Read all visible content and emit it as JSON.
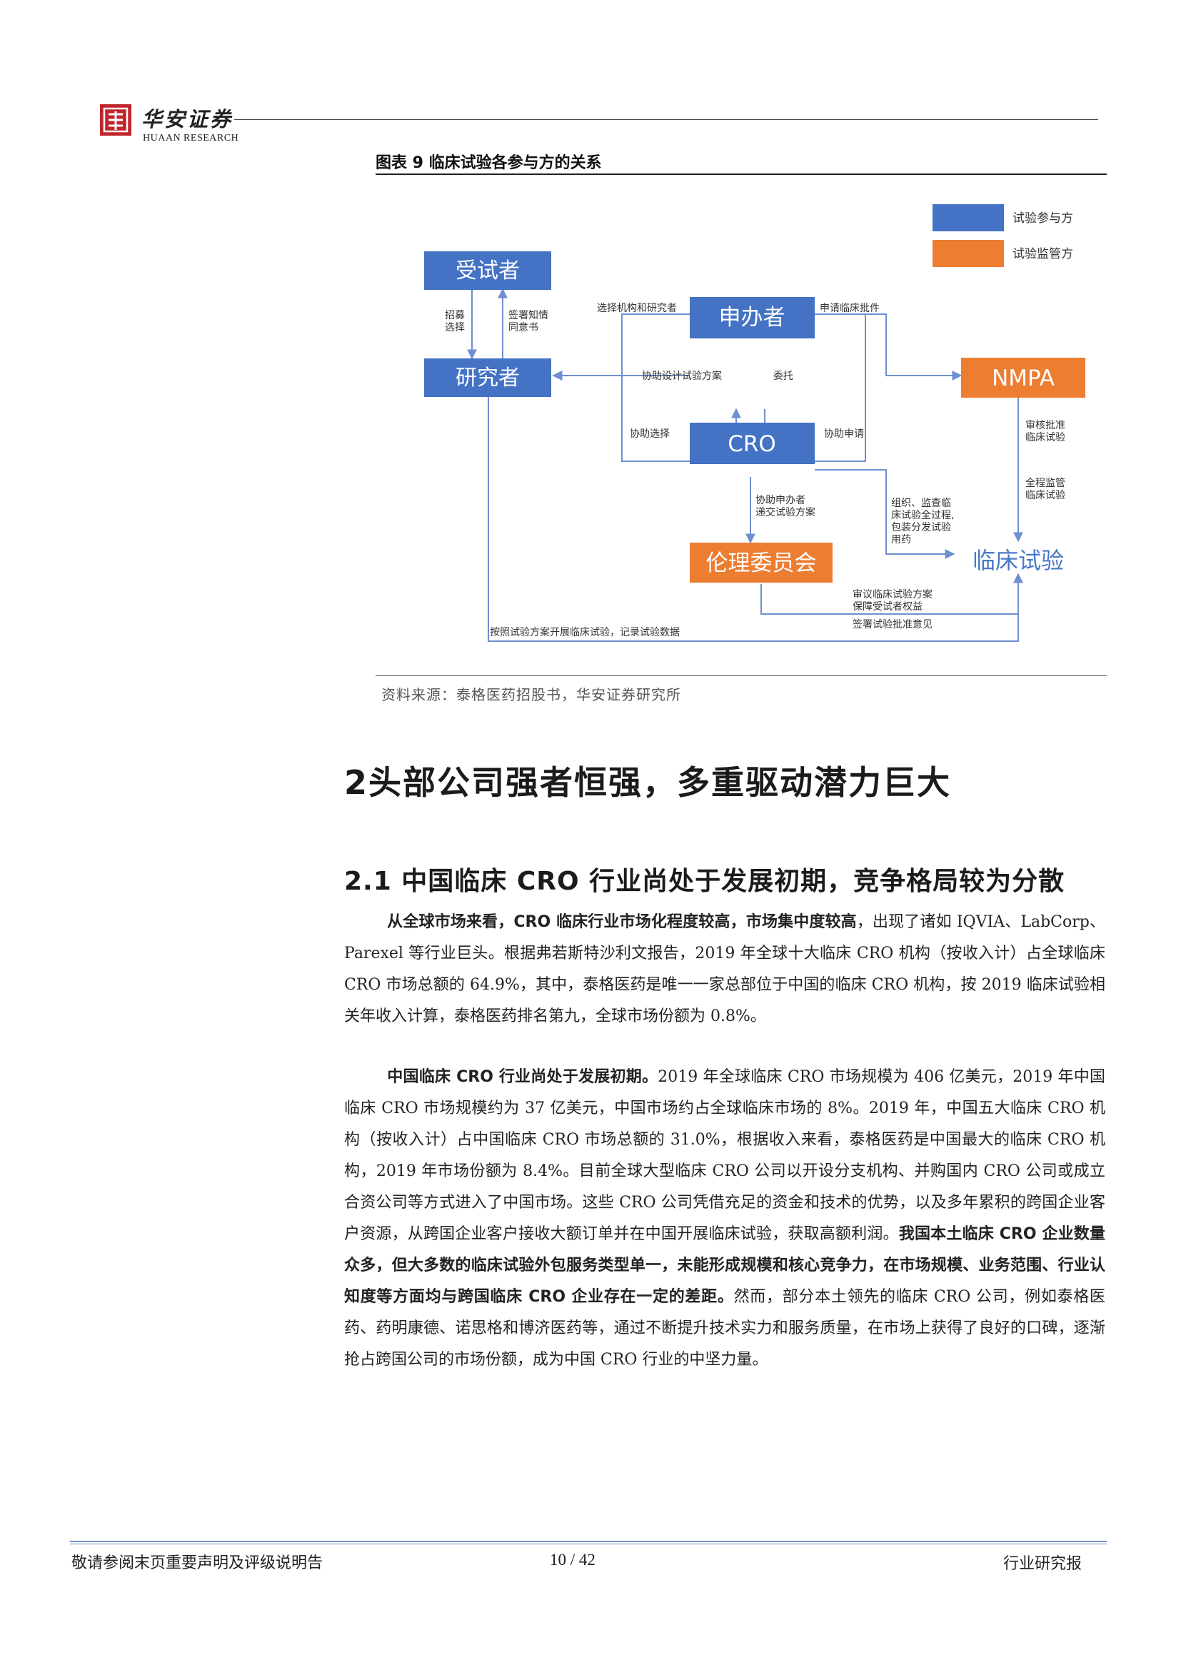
{
  "header": {
    "brand_cn": "华安证券",
    "brand_en": "HUAAN RESEARCH"
  },
  "figure": {
    "title": "图表 9  临床试验各参与方的关系",
    "source": "资料来源：泰格医药招股书，华安证券研究所",
    "legend": [
      {
        "label": "试验参与方",
        "color": "#4472c4"
      },
      {
        "label": "试验监管方",
        "color": "#ed7d31"
      }
    ],
    "nodes": {
      "subject": "受试者",
      "investigator": "研究者",
      "sponsor": "申办者",
      "cro": "CRO",
      "nmpa": "NMPA",
      "ethics": "伦理委员会",
      "trial": "临床试验"
    },
    "edge_labels": {
      "recruit": [
        "招募",
        "选择"
      ],
      "consent": [
        "签署知情",
        "同意书"
      ],
      "select_inst": "选择机构和研究者",
      "apply_approval": "申请临床批件",
      "assist_design": "协助设计试验方案",
      "entrust": "委托",
      "assist_select": "协助选择",
      "assist_apply": "协助申请",
      "review_approve": [
        "审核批准",
        "临床试验"
      ],
      "full_supervise": [
        "全程监管",
        "临床试验"
      ],
      "assist_submit": [
        "协助申办者",
        "递交试验方案"
      ],
      "organize": [
        "组织、监查临",
        "床试验全过程,",
        "包装分发试验",
        "用药"
      ],
      "review_protocol": [
        "审议临床试验方案",
        "保障受试者权益"
      ],
      "sign_opinion": "签署试验批准意见",
      "conduct": "按照试验方案开展临床试验，记录试验数据"
    },
    "colors": {
      "blue": "#4472c4",
      "orange": "#ed7d31",
      "line": "#6f8fd0"
    }
  },
  "section": {
    "h1": "2头部公司强者恒强，多重驱动潜力巨大",
    "h2": "2.1 中国临床 CRO 行业尚处于发展初期，竞争格局较为分散"
  },
  "paragraph1": {
    "bold": "从全球市场来看，CRO 临床行业市场化程度较高，市场集中度较高",
    "text": "，出现了诸如 IQVIA、LabCorp、Parexel 等行业巨头。根据弗若斯特沙利文报告，2019 年全球十大临床 CRO 机构（按收入计）占全球临床 CRO 市场总额的 64.9%，其中，泰格医药是唯一一家总部位于中国的临床 CRO 机构，按 2019 临床试验相关年收入计算，泰格医药排名第九，全球市场份额为 0.8%。"
  },
  "paragraph2": {
    "bold1": "中国临床 CRO 行业尚处于发展初期。",
    "text1": "2019 年全球临床 CRO 市场规模为 406 亿美元，2019 年中国临床 CRO 市场规模约为 37 亿美元，中国市场约占全球临床市场的 8%。2019 年，中国五大临床 CRO 机构（按收入计）占中国临床 CRO 市场总额的 31.0%，根据收入来看，泰格医药是中国最大的临床 CRO 机构，2019 年市场份额为 8.4%。目前全球大型临床 CRO 公司以开设分支机构、并购国内 CRO 公司或成立合资公司等方式进入了中国市场。这些 CRO 公司凭借充足的资金和技术的优势，以及多年累积的跨国企业客户资源，从跨国企业客户接收大额订单并在中国开展临床试验，获取高额利润。",
    "bold2": "我国本土临床 CRO 企业数量众多，但大多数的临床试验外包服务类型单一，未能形成规模和核心竞争力，在市场规模、业务范围、行业认知度等方面均与跨国临床 CRO 企业存在一定的差距。",
    "text2": "然而，部分本土领先的临床 CRO 公司，例如泰格医药、药明康德、诺思格和博济医药等，通过不断提升技术实力和服务质量，在市场上获得了良好的口碑，逐渐抢占跨国公司的市场份额，成为中国 CRO 行业的中坚力量。"
  },
  "footer": {
    "left": "敬请参阅末页重要声明及评级说明告",
    "page": "10 / 42",
    "right": "行业研究报"
  }
}
